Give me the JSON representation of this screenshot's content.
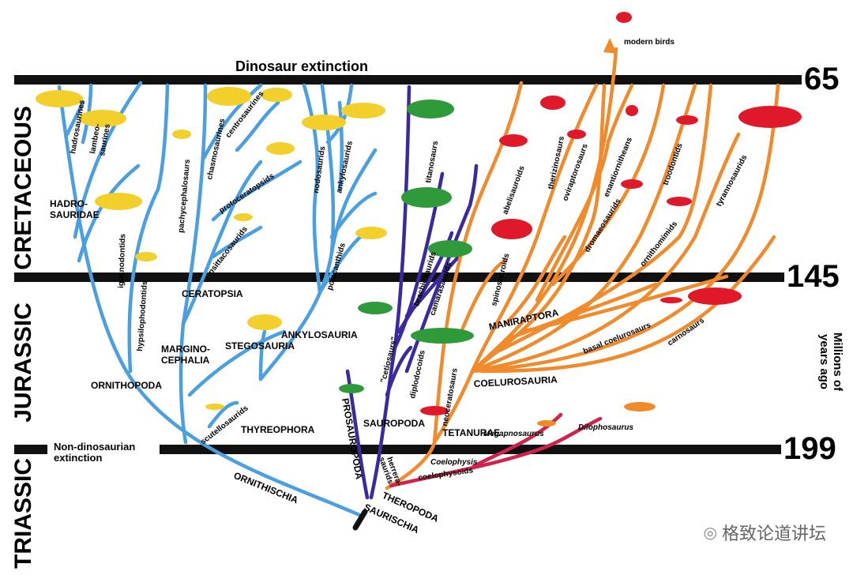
{
  "periods": {
    "cretaceous": "CRETACEOUS",
    "jurassic": "JURASSIC",
    "triassic": "TRIASSIC"
  },
  "boundaries": {
    "b65": "65",
    "b145": "145",
    "b199": "199"
  },
  "events": {
    "dinosaur_extinction": "Dinosaur extinction",
    "non_dino_line1": "Non-dinosaurian",
    "non_dino_line2": "extinction"
  },
  "axis": {
    "line1": "Millions of",
    "line2": "years ago"
  },
  "labels": {
    "hadrosaurines": "hadrosaurines",
    "lambeosaurines1": "lambeo-",
    "lambeosaurines2": "saurines",
    "hadrosauridae1": "HADRO-",
    "hadrosauridae2": "SAURIDAE",
    "iguanodontids": "iguanodontids",
    "hypsilophodontids": "hypsilophodontids",
    "pachycephalosaurs": "pachycephalosaurs",
    "chasmosaurines": "chasmosaurines",
    "centrosaurines": "centrosaurines",
    "protoceratopsids": "protoceratopsids",
    "psittacosaurids": "psittacosaurids",
    "nodosaurids": "nodosaurids",
    "ankylosaurids": "ankylosaurids",
    "polacanthids": "polacanthids",
    "ceratopsia": "CERATOPSIA",
    "margino1": "MARGINO-",
    "margino2": "CEPHALIA",
    "stegosauria": "STEGOSAURIA",
    "ankylosauria": "ANKYLOSAURIA",
    "ornithopoda": "ORNITHOPODA",
    "scutellosaurids": "scutellosaurids",
    "thyreophora": "THYREOPHORA",
    "ornithischia": "ORNITHISCHIA",
    "titanosaurs": "titanosaurs",
    "brachiosaurids": "brachiosaurids",
    "camarasaurids": "camarasaurids",
    "cetiosaurs": "\"cetiosaurs\"",
    "diplodocoids": "diplodocoids",
    "sauropoda": "SAUROPODA",
    "prosauropoda": "PROSAUROPODA",
    "saurischia": "SAURISCHIA",
    "theropoda": "THEROPODA",
    "herrera1": "herrera-",
    "herrera2": "saurids",
    "abelisauroids": "abelisauroids",
    "spinosauroids": "spinosauroids",
    "neoceratosaurs": "neoceratosaurs",
    "tetanurae": "TETANURAE",
    "coelurosauria": "COELUROSAURIA",
    "maniraptora": "MANIRAPTORA",
    "therizinosaurs": "therizinosaurs",
    "oviraptorosaurs": "oviraptorosaurs",
    "enantiornitheans": "enantiornitheans",
    "dromaeosaurids": "dromaeosaurids",
    "troodontids": "troodontids",
    "ornithomimids": "ornithomimids",
    "tyrannosaurids": "tyrannosaurids",
    "basal_coelurosaurs": "basal coelurosaurs",
    "carnosaurs": "carnosaurs",
    "modern_birds": "modern birds",
    "coelophysis": "Coelophysis",
    "coelophysoids": "coelophysoids",
    "megapnosaurus": "Megapnosaurus",
    "dilophosaurus": "Dilophosaurus"
  },
  "watermark": "格致论道讲坛",
  "colors": {
    "ornithischia": "#4a9fe0",
    "sauropod": "#3a2aa0",
    "theropod": "#f08a2a",
    "coelophysoid": "#d0234a",
    "yellow": "#f2cf2a",
    "green": "#2e9a3a",
    "red": "#e0192a",
    "bar": "#111111"
  }
}
